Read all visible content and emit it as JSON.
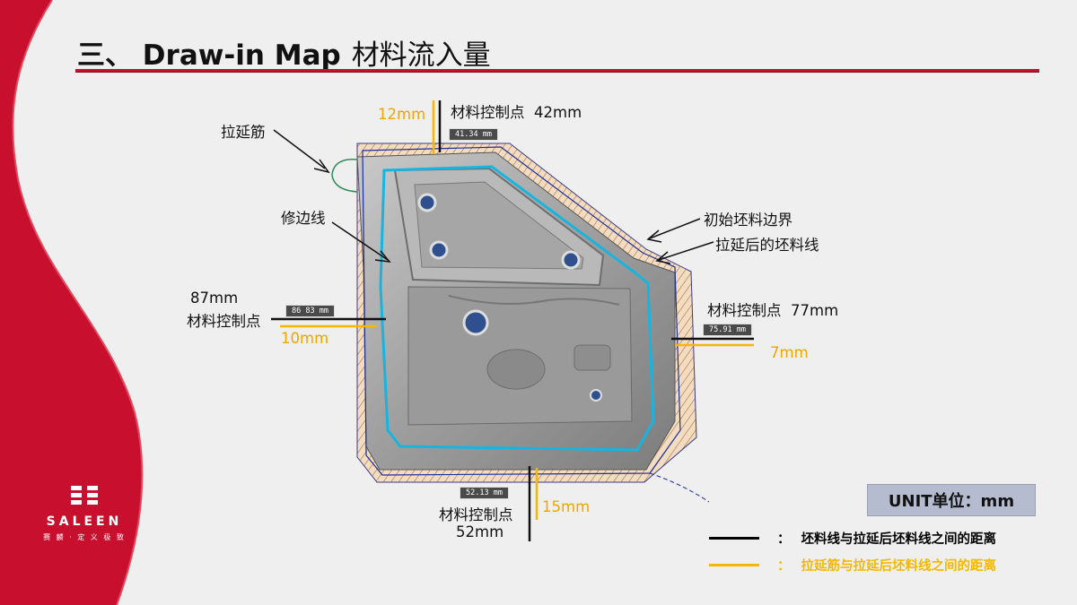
{
  "header": {
    "title_en": "三、 Draw-in Map",
    "title_zh": "材料流入量"
  },
  "callouts": {
    "draw_bead": "拉延筋",
    "trim_line": "修边线",
    "initial_blank": "初始坯料边界",
    "drawn_blank": "拉延后的坯料线"
  },
  "control_points": {
    "top": {
      "label": "材料控制点",
      "value": "42mm",
      "bead": "12mm",
      "measure": "41.34 mm"
    },
    "left": {
      "label": "材料控制点",
      "value": "87mm",
      "bead": "10mm",
      "measure": "86 83 mm"
    },
    "right": {
      "label": "材料控制点",
      "value": "77mm",
      "bead": "7mm",
      "measure": "75.91 mm"
    },
    "bottom": {
      "label": "材料控制点",
      "value": "52mm",
      "bead": "15mm",
      "measure": "52.13 mm"
    }
  },
  "unit_box": {
    "label": "UNIT单位：mm"
  },
  "legend": [
    {
      "colon": "：",
      "text": "坯料线与拉延后坯料线之间的距离",
      "color": "#000000"
    },
    {
      "colon": "：",
      "text": "拉延筋与拉延后坯料线之间的距离",
      "color": "#f5b800"
    }
  ],
  "brand": {
    "wordmark": "SALEEN",
    "slogan": "赛 麟 · 定 义 极 致"
  },
  "colors": {
    "accent_red": "#c8102e",
    "bead_orange": "#f5b800",
    "trim_cyan": "#18b4e0",
    "blank_blue": "#1a2fa0"
  }
}
